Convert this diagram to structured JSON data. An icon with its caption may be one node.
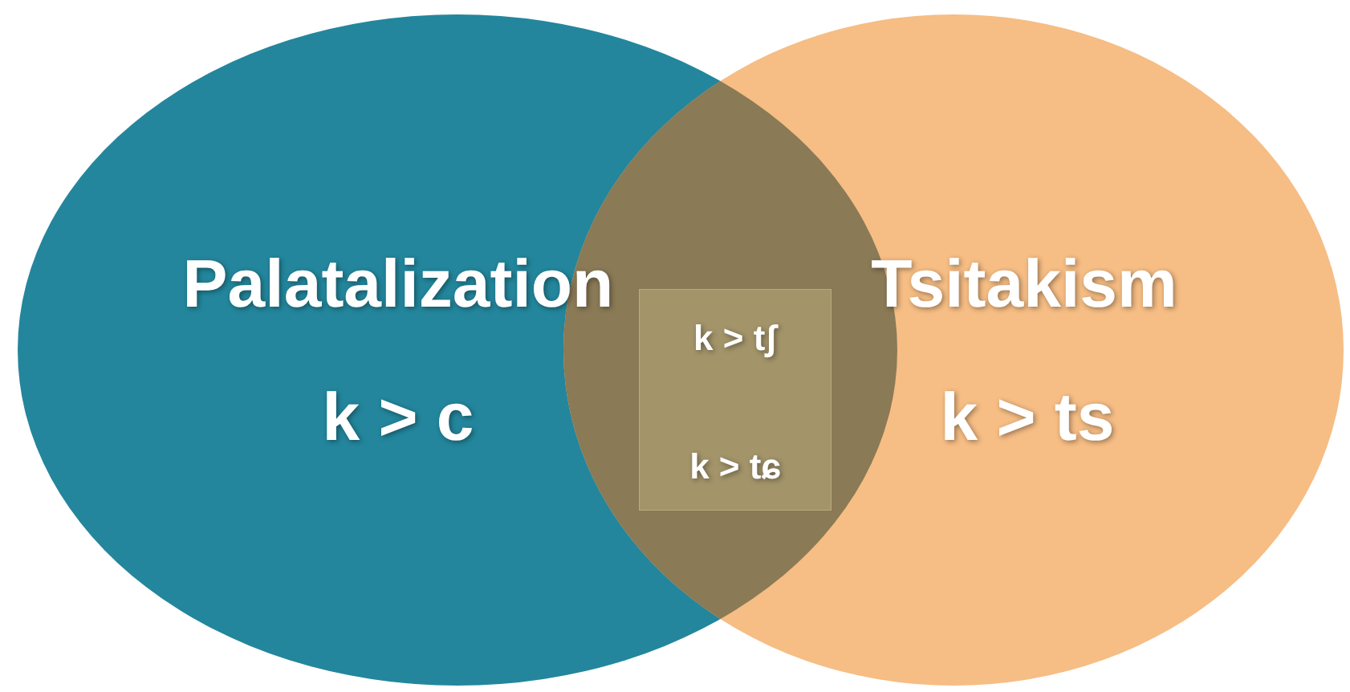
{
  "diagram": {
    "nodes": [
      {
        "text": [
          "Palatalization",
          "k > c"
        ]
      },
      {
        "text": [
          "Tsitakism",
          "k > ts"
        ]
      },
      {
        "text": [
          "k > tʃ",
          "k > tɕ"
        ]
      }
    ],
    "edges": []
  }
}
